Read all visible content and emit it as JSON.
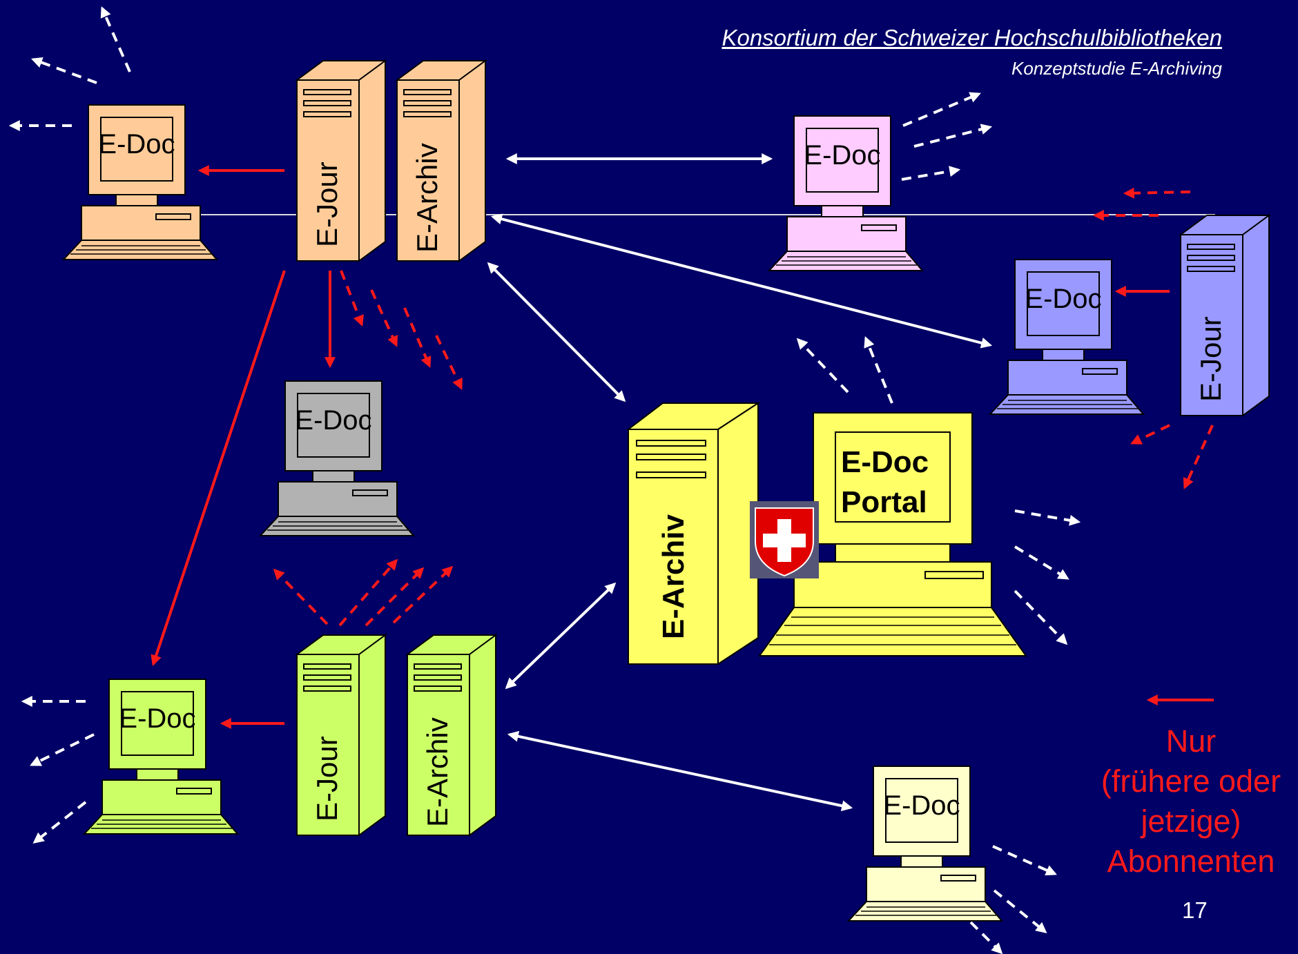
{
  "header": {
    "title": "Konsortium der Schweizer Hochschulbibliotheken",
    "subtitle": "Konzeptstudie E-Archiving"
  },
  "legend": {
    "text_lines": [
      "Nur",
      "(frühere oder",
      "jetzige)",
      "Abonnenten"
    ],
    "color": "#ff1a1a"
  },
  "page_number": "17",
  "labels": {
    "e_doc": "E-Doc",
    "e_jour": "E-Jour",
    "e_archiv": "E-Archiv",
    "portal_line1": "E-Doc",
    "portal_line2": "Portal"
  },
  "colors": {
    "background": "#000066",
    "peach": "#ffcc99",
    "pink": "#ffccff",
    "lavender": "#9999ff",
    "grey": "#b2b2b2",
    "lime": "#ccff66",
    "yellow": "#ffff66",
    "cream": "#ffffcc",
    "red_arrow": "#ff1a1a",
    "white_arrow": "#ffffff"
  },
  "icons": {
    "emblem": "swiss-cross-shield-icon"
  }
}
